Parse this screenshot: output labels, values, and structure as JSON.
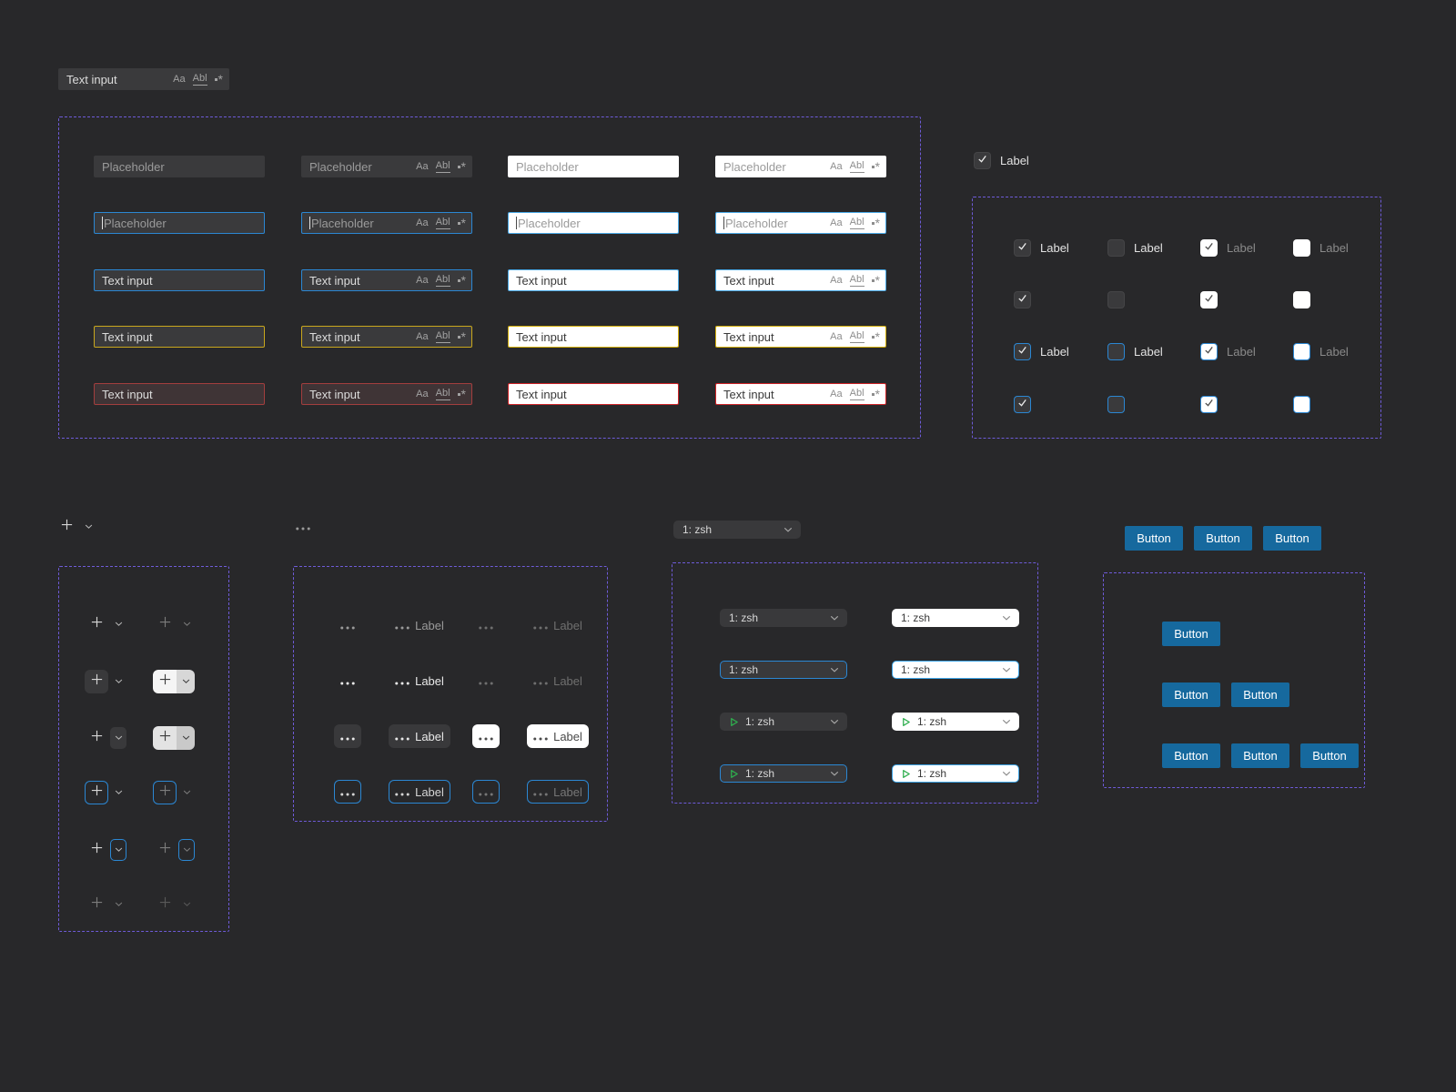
{
  "texts": {
    "input_value": "Text input",
    "placeholder": "Placeholder",
    "checkbox_label": "Label",
    "dropdown_value": "1: zsh",
    "button_label": "Button"
  },
  "icons": {
    "match_case": "Aa",
    "whole_word": "Abl",
    "regex_star": "*",
    "plus": "plus-icon",
    "chevron": "chevron-down-icon",
    "overflow": "ellipsis-icon",
    "check": "check-icon",
    "play": "play-outline-icon"
  },
  "colors": {
    "canvas": "#28282a",
    "guide_purple": "#6e5bd8",
    "focus_blue_dark": "#2b87d3",
    "focus_blue_light": "#4aa9e6",
    "warning_yellow_dark": "#c9a71d",
    "warning_yellow_light": "#d2ae0a",
    "error_red_dark": "#a33e3e",
    "error_red_light": "#cd2327",
    "button_blue": "#16699e",
    "play_green": "#2fae4e",
    "input_dark_bg": "#3a3a3c",
    "input_light_bg": "#ffffff"
  },
  "inputs_grid": {
    "columns": [
      {
        "theme": "dark",
        "icons": false
      },
      {
        "theme": "dark",
        "icons": true
      },
      {
        "theme": "light",
        "icons": false
      },
      {
        "theme": "light",
        "icons": true
      }
    ],
    "rows": [
      {
        "state": "default",
        "text_key": "placeholder",
        "is_placeholder": true,
        "caret": false
      },
      {
        "state": "focused",
        "text_key": "placeholder",
        "is_placeholder": true,
        "caret": true
      },
      {
        "state": "filled-focused",
        "text_key": "input_value",
        "is_placeholder": false,
        "caret": false
      },
      {
        "state": "warning",
        "text_key": "input_value",
        "is_placeholder": false,
        "caret": false
      },
      {
        "state": "error",
        "text_key": "input_value",
        "is_placeholder": false,
        "caret": false
      }
    ]
  },
  "checkbox_standalone": {
    "theme": "dark",
    "checked": true,
    "labeled": true
  },
  "checkbox_grid": {
    "columns": [
      {
        "theme": "dark",
        "checked": true
      },
      {
        "theme": "dark",
        "checked": false
      },
      {
        "theme": "light",
        "checked": true
      },
      {
        "theme": "light",
        "checked": false
      }
    ],
    "rows": [
      {
        "labeled": true,
        "focused": false
      },
      {
        "labeled": false,
        "focused": false
      },
      {
        "labeled": true,
        "focused": true
      },
      {
        "labeled": false,
        "focused": true
      }
    ]
  },
  "plus_standalone": {
    "variant": "normal"
  },
  "plus_grid": {
    "rows": [
      [
        "normal",
        "disabled"
      ],
      [
        "hover-plus",
        "light-plus"
      ],
      [
        "hover-chevron",
        "light-chevron"
      ],
      [
        "focus-plus",
        "disabled focus-plus"
      ],
      [
        "focus-chevron",
        "disabled focus-chevron"
      ],
      [
        "disabled",
        "disabled-more"
      ]
    ]
  },
  "overflow_standalone": {
    "variant": "muted"
  },
  "overflow_grid": {
    "rows": [
      "muted",
      "normal",
      "raised",
      "focus"
    ],
    "columns": [
      {
        "labeled": false,
        "theme": "dark"
      },
      {
        "labeled": true,
        "theme": "dark"
      },
      {
        "labeled": false,
        "theme": "light"
      },
      {
        "labeled": true,
        "theme": "light"
      }
    ]
  },
  "dropdown_standalone": {
    "theme": "dark",
    "focused": false,
    "play": false
  },
  "dropdown_grid": {
    "columns": [
      "dark",
      "light"
    ],
    "rows": [
      {
        "focused": false,
        "play": false
      },
      {
        "focused": true,
        "play": false
      },
      {
        "focused": false,
        "play": true
      },
      {
        "focused": true,
        "play": true
      }
    ]
  },
  "buttons": {
    "toolbar_count": 3,
    "stack_rows": [
      1,
      2,
      3
    ]
  }
}
